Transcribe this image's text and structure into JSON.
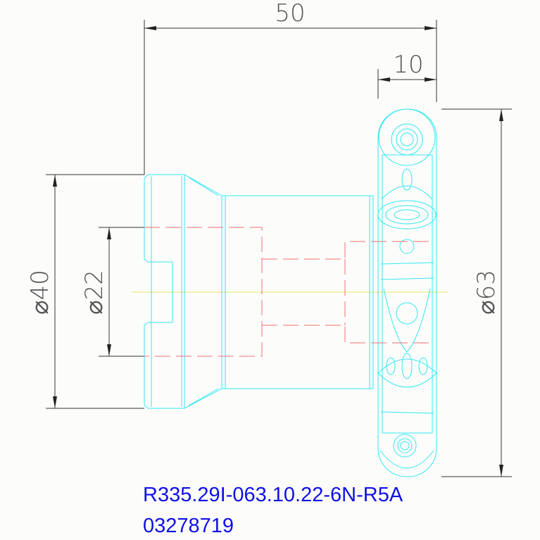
{
  "dimensions": {
    "overall_length": "50",
    "head_width": "10",
    "shank_diameter": "⌀40",
    "bore_diameter": "⌀22",
    "cutter_diameter": "⌀63"
  },
  "part": {
    "designation": "R335.29I-063.10.22-6N-R5A",
    "item_number": "03278719"
  },
  "colors": {
    "outline": "#33e6f0",
    "hidden": "#f07070",
    "center": "#e8e860",
    "label": "#1010e8"
  }
}
